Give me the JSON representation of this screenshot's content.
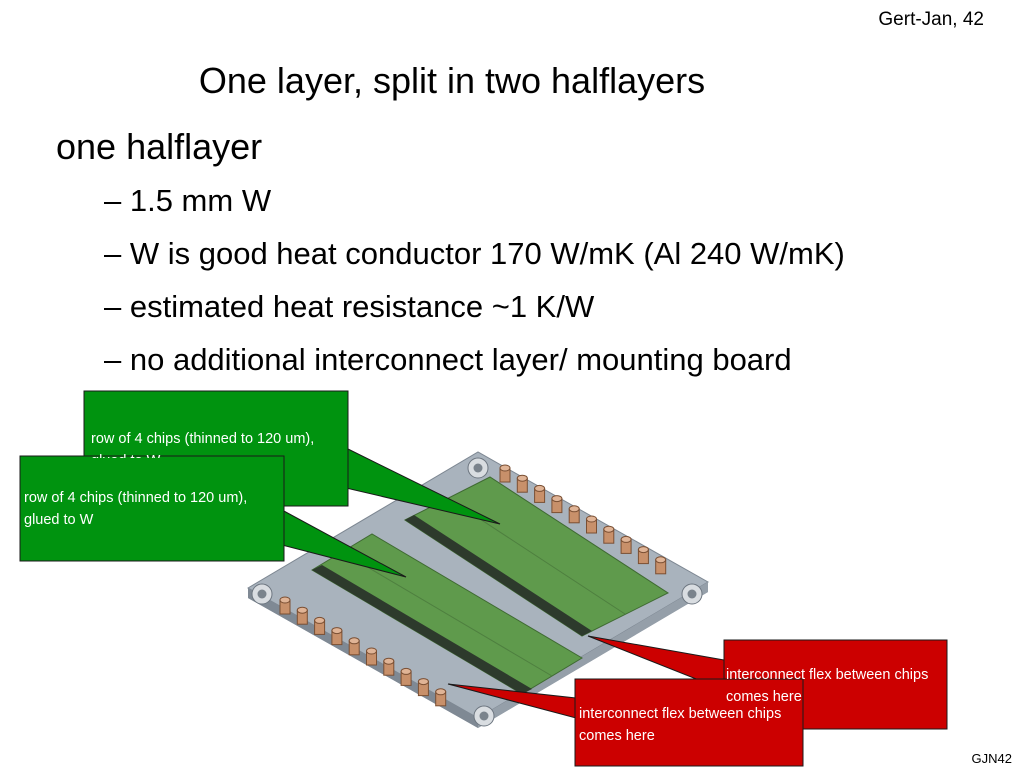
{
  "header": {
    "ref": "Gert-Jan, 42"
  },
  "slide": {
    "title": "One layer, split in two halflayers",
    "main_bullet": "one halflayer",
    "sub_bullets": [
      "– 1.5 mm W",
      "– W is good heat conductor 170 W/mK (Al 240 W/mK)",
      "– estimated heat resistance ~1 K/W",
      "– no additional interconnect layer/ mounting board"
    ]
  },
  "callouts": {
    "chips_back": "row of 4 chips (thinned to 120 um), glued to W",
    "chips_front": "row of 4 chips (thinned to 120 um), glued to W",
    "flex_back": "interconnect flex between chips comes here",
    "flex_front": "interconnect flex between chips comes here"
  },
  "footer": {
    "ref": "GJN42"
  },
  "colors": {
    "callout_green": "#00930f",
    "callout_red": "#cc0000",
    "plate": "#a9b3bd",
    "chip_green": "#5f9a4c",
    "chip_strip": "#2d3a2c",
    "connector": "#c8906a"
  }
}
